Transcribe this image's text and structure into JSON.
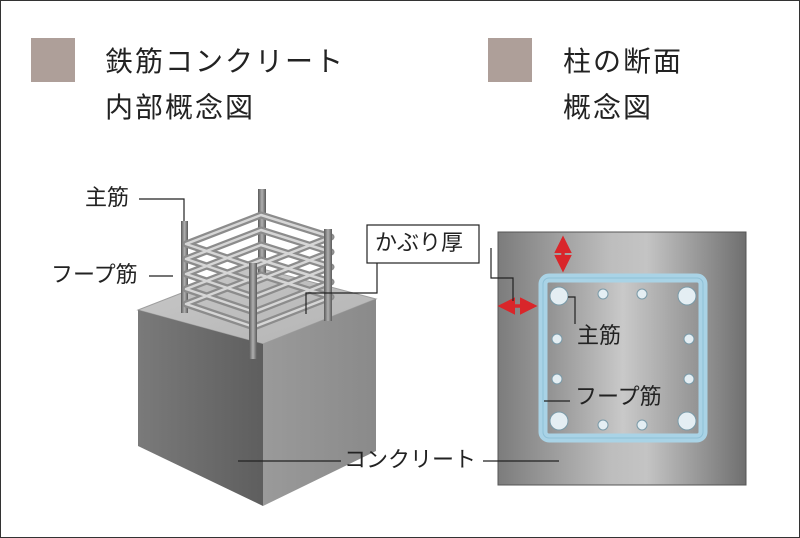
{
  "legend": [
    {
      "title_line1": "鉄筋コンクリート",
      "title_line2": "内部概念図",
      "swatch_color": "#ae9f99"
    },
    {
      "title_line1": "柱の断面",
      "title_line2": "概念図",
      "swatch_color": "#ae9f99"
    }
  ],
  "labels": {
    "main_rebar": "主筋",
    "hoop_rebar": "フープ筋",
    "cover": "かぶり厚",
    "section_main_rebar": "主筋",
    "section_hoop_rebar": "フープ筋",
    "concrete": "コンクリート"
  },
  "colors": {
    "arrow": "#d9262a",
    "hoop_outline": "#a9d3e6",
    "concrete_dark": "#6e6e6e",
    "concrete_light": "#c0c0c0"
  }
}
